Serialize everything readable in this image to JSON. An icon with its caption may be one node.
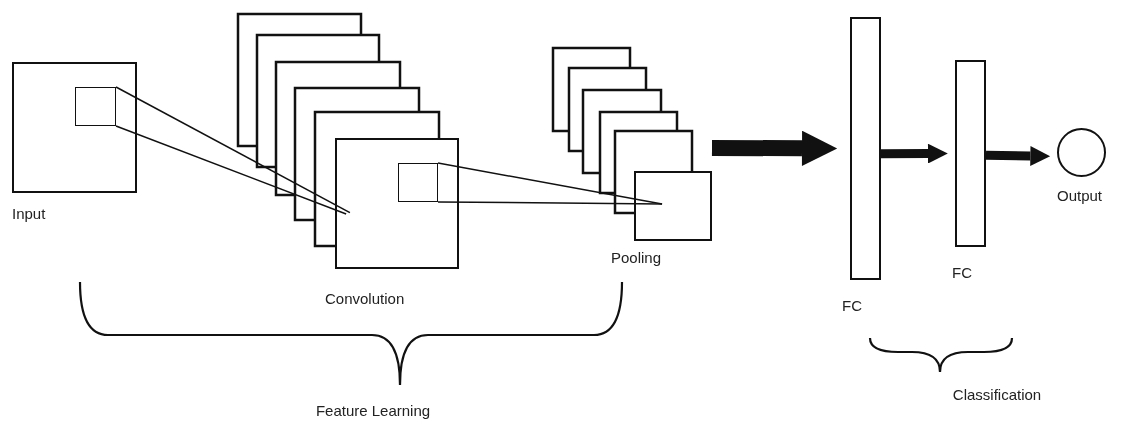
{
  "diagram": {
    "nodes": [
      {
        "text": [
          "Input"
        ]
      },
      {
        "text": [],
        "shape": "box",
        "in": 0
      },
      {
        "text": [
          "Convolution"
        ]
      },
      {
        "text": [],
        "shape": "box",
        "in": 2
      },
      {
        "text": [
          "Pooling"
        ]
      },
      {
        "text": [
          "FC"
        ]
      },
      {
        "text": [
          "FC"
        ]
      },
      {
        "text": [
          "Output"
        ]
      }
    ],
    "edges": [
      {
        "from": 1,
        "to": 2,
        "arrow": "none"
      },
      {
        "from": 1,
        "to": 2,
        "arrow": "none"
      },
      {
        "from": 3,
        "to": 4,
        "arrow": "none"
      },
      {
        "from": 3,
        "to": 4,
        "arrow": "none"
      },
      {
        "from": 4,
        "to": 5,
        "arrow": "to",
        "style": "thick"
      },
      {
        "from": 5,
        "to": 6,
        "arrow": "to",
        "style": "thick"
      },
      {
        "from": 6,
        "to": 7,
        "arrow": "to",
        "style": "thick"
      }
    ],
    "labels": [
      "Feature Learning",
      "Classification"
    ]
  }
}
